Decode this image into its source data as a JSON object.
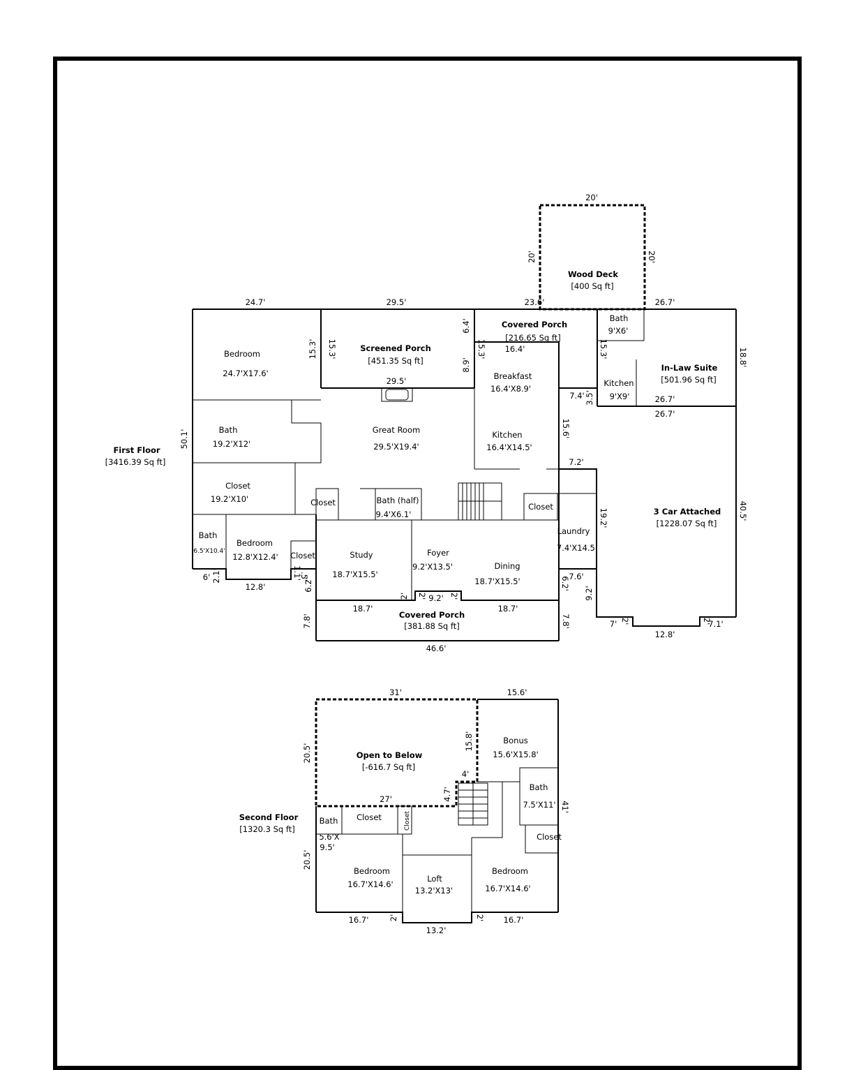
{
  "first_floor": {
    "title": "First Floor",
    "area": "[3416.39 Sq ft]",
    "rooms": {
      "wood_deck": {
        "name": "Wood Deck",
        "area": "[400 Sq ft]"
      },
      "covered_porch_back": {
        "name": "Covered Porch",
        "area": "[216.65 Sq ft]"
      },
      "screened_porch": {
        "name": "Screened Porch",
        "area": "[451.35 Sq ft]"
      },
      "in_law_suite": {
        "name": "In-Law Suite",
        "area": "[501.96 Sq ft]"
      },
      "garage": {
        "name": "3 Car Attached",
        "area": "[1228.07 Sq ft]"
      },
      "covered_porch_front": {
        "name": "Covered Porch",
        "area": "[381.88 Sq ft]"
      },
      "bedroom_1": {
        "name": "Bedroom",
        "size": "24.7'X17.6'"
      },
      "bath_1": {
        "name": "Bath",
        "size": "19.2'X12'"
      },
      "closet_1": {
        "name": "Closet",
        "size": "19.2'X10'"
      },
      "bath_2": {
        "name": "Bath",
        "size": "6.5'X10.4'"
      },
      "bedroom_2": {
        "name": "Bedroom",
        "size": "12.8'X12.4'"
      },
      "closet_2": {
        "name": "Closet"
      },
      "closet_3": {
        "name": "Closet"
      },
      "great_room": {
        "name": "Great Room",
        "size": "29.5'X19.4'"
      },
      "bath_half": {
        "name": "Bath (half)",
        "size": "9.4'X6.1'"
      },
      "breakfast": {
        "name": "Breakfast",
        "size": "16.4'X8.9'"
      },
      "kitchen": {
        "name": "Kitchen",
        "size": "16.4'X14.5'"
      },
      "closet_4": {
        "name": "Closet"
      },
      "study": {
        "name": "Study",
        "size": "18.7'X15.5'"
      },
      "foyer": {
        "name": "Foyer",
        "size": "9.2'X13.5'"
      },
      "dining": {
        "name": "Dining",
        "size": "18.7'X15.5'"
      },
      "laundry": {
        "name": "Laundry",
        "size": "7.4'X14.5'"
      },
      "suite_bath": {
        "name": "Bath",
        "size": "9'X6'"
      },
      "suite_kitchen": {
        "name": "Kitchen",
        "size": "9'X9'"
      }
    },
    "dims": {
      "d20_top": "20'",
      "d20_left": "20'",
      "d20_right": "20'",
      "d24_7": "24.7'",
      "d29_5_top": "29.5'",
      "d23_6": "23.6'",
      "d26_7_top": "26.7'",
      "d15_3_a": "15.3'",
      "d15_3_b": "15.3'",
      "d6_4": "6.4'",
      "d8_9": "8.9'",
      "d15_3_c": "15.3'",
      "d16_4": "16.4'",
      "d15_3_d": "15.3'",
      "d18_8": "18.8'",
      "d29_5_mid": "29.5'",
      "d7_4": "7.4'",
      "d3_5": "3.5'",
      "d26_7_in": "26.7'",
      "d26_7_out": "26.7'",
      "d50_1": "50.1'",
      "d15_6": "15.6'",
      "d7_2": "7.2'",
      "d40_5": "40.5'",
      "d19_2": "19.2'",
      "d6": "6'",
      "d2_1": "2.1'",
      "d12_8_left": "12.8'",
      "d1_1": "1.1'",
      "d5": ".5'",
      "d6_2_left": "6.2'",
      "d7_6": "7.6'",
      "d6_2_right": "6.2'",
      "d9_2_right": "9.2'",
      "d18_7_left": "18.7'",
      "d2_left": "2'",
      "d9_2_mid": "9.2'",
      "d2_a": "2'",
      "d2_b": "2'",
      "d18_7_right": "18.7'",
      "d7_8_left": "7.8'",
      "d7_8_right": "7.8'",
      "d46_6": "46.6'",
      "d7": "7'",
      "d2_c": "2'",
      "d12_8_right": "12.8'",
      "d2_d": "2'",
      "d7_1": "7.1'"
    }
  },
  "second_floor": {
    "title": "Second Floor",
    "area": "[1320.3 Sq ft]",
    "rooms": {
      "open_below": {
        "name": "Open to Below",
        "area": "[-616.7 Sq ft]"
      },
      "bonus": {
        "name": "Bonus",
        "size": "15.6'X15.8'"
      },
      "bath_right": {
        "name": "Bath",
        "size": "7.5'X11'"
      },
      "closet_right": {
        "name": "Closet"
      },
      "bath_left": {
        "name": "Bath",
        "size_a": "5.6'X",
        "size_b": "9.5'"
      },
      "closet_left": {
        "name": "Closet"
      },
      "closet_small": {
        "name": "Closet"
      },
      "bedroom_left": {
        "name": "Bedroom",
        "size": "16.7'X14.6'"
      },
      "loft": {
        "name": "Loft",
        "size": "13.2'X13'"
      },
      "bedroom_right": {
        "name": "Bedroom",
        "size": "16.7'X14.6'"
      }
    },
    "dims": {
      "d31": "31'",
      "d15_6": "15.6'",
      "d20_5_top": "20.5'",
      "d15_8": "15.8'",
      "d4": "4'",
      "d4_7": "4.7'",
      "d27": "27'",
      "d41": "41'",
      "d20_5_bot": "20.5'",
      "d16_7_left": "16.7'",
      "d2_left": "2'",
      "d13_2": "13.2'",
      "d2_right": "2'",
      "d16_7_right": "16.7'"
    }
  }
}
